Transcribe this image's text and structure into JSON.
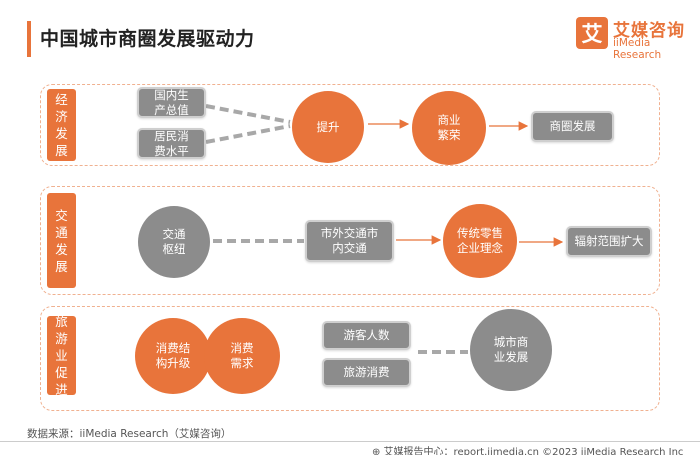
{
  "header": {
    "title": "中国城市商圈发展驱动力",
    "logo_mark": "艾",
    "logo_cn": "艾媒咨询",
    "logo_en": "iiMedia Research"
  },
  "sections": {
    "economy": {
      "tag": "经济发展",
      "input1": "国内生产总值",
      "input2": "居民消费水平",
      "node1": "提升",
      "node2": "商业繁荣",
      "node3": "商圈发展"
    },
    "traffic": {
      "tag": "交通发展",
      "node1": "交通枢纽",
      "node2": "市外交通市内交通",
      "node3": "传统零售企业理念",
      "node4": "辐射范围扩大"
    },
    "tourism": {
      "tag": "旅游业促进",
      "node1": "消费结构升级",
      "node2": "消费需求",
      "node3": "游客人数",
      "node4": "旅游消费",
      "node5": "城市商业发展"
    }
  },
  "footer": {
    "source": "数据来源：iiMedia Research（艾媒咨询）",
    "credit": "⊕ 艾媒报告中心：report.iimedia.cn  ©2023  iiMedia Research  Inc"
  },
  "colors": {
    "accent": "#e8743b",
    "grey_node": "#8c8c8c",
    "dashed_frame": "#f0b190"
  }
}
